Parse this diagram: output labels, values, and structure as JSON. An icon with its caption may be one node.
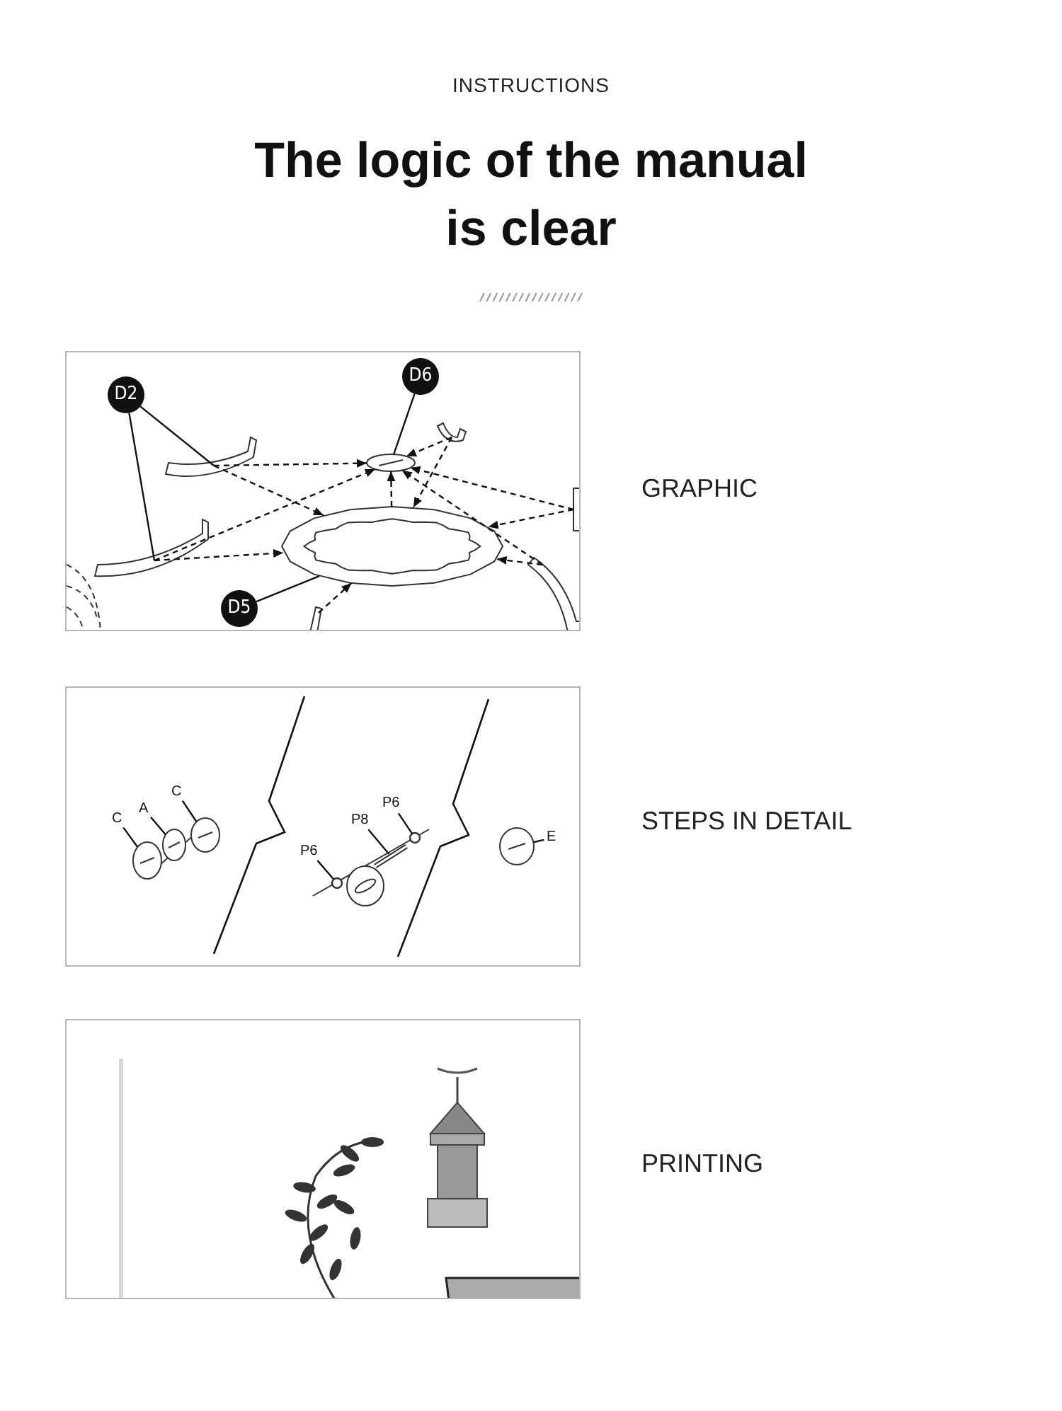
{
  "diagram": {
    "title": "The logic of the manual is clear",
    "nodes": [
      {
        "text": [
          "D2"
        ]
      },
      {
        "text": [],
        "shape": "picture"
      },
      {
        "text": [],
        "shape": "picture"
      },
      {
        "text": [
          "D6"
        ]
      },
      {
        "text": [],
        "shape": "picture"
      },
      {
        "text": [
          "D5"
        ]
      },
      {
        "text": [],
        "shape": "picture"
      },
      {
        "text": [
          "C"
        ]
      },
      {
        "text": [],
        "shape": "picture"
      },
      {
        "text": [
          "A"
        ]
      },
      {
        "text": [],
        "shape": "picture"
      },
      {
        "text": [
          "C"
        ]
      },
      {
        "text": [],
        "shape": "picture"
      },
      {
        "text": [
          "P6"
        ]
      },
      {
        "text": [],
        "shape": "circle"
      },
      {
        "text": [
          "P8"
        ]
      },
      {
        "text": [],
        "shape": "picture"
      },
      {
        "text": [
          "P6"
        ]
      },
      {
        "text": [],
        "shape": "circle"
      },
      {
        "text": [
          "E"
        ]
      },
      {
        "text": [],
        "shape": "picture"
      },
      {
        "text": [],
        "shape": "picture"
      },
      {
        "text": [],
        "shape": "box"
      },
      {
        "text": [],
        "shape": "picture"
      },
      {
        "text": [],
        "shape": "picture"
      }
    ],
    "edges": [
      {
        "from": 0,
        "to": 1,
        "arrow": "none"
      },
      {
        "from": 0,
        "to": 2,
        "arrow": "none"
      },
      {
        "from": 3,
        "to": 4,
        "arrow": "none"
      },
      {
        "from": 5,
        "to": 6,
        "arrow": "none"
      },
      {
        "from": 7,
        "to": 8,
        "arrow": "none"
      },
      {
        "from": 9,
        "to": 10,
        "arrow": "none"
      },
      {
        "from": 11,
        "to": 12,
        "arrow": "none"
      },
      {
        "from": 13,
        "to": 14,
        "arrow": "none"
      },
      {
        "from": 15,
        "to": 16,
        "arrow": "none"
      },
      {
        "from": 17,
        "to": 18,
        "arrow": "none"
      },
      {
        "from": 19,
        "to": 20,
        "arrow": "none"
      },
      {
        "from": 1,
        "to": 4,
        "arrow": "to",
        "style": "dashed"
      },
      {
        "from": 1,
        "to": 6,
        "arrow": "to",
        "style": "dashed"
      },
      {
        "from": 2,
        "to": 4,
        "arrow": "to",
        "style": "dashed"
      },
      {
        "from": 2,
        "to": 6,
        "arrow": "to",
        "style": "dashed"
      },
      {
        "from": 21,
        "to": 4,
        "arrow": "to",
        "style": "dashed"
      },
      {
        "from": 21,
        "to": 6,
        "arrow": "to",
        "style": "dashed"
      },
      {
        "from": 22,
        "to": 4,
        "arrow": "to",
        "style": "dashed"
      },
      {
        "from": 22,
        "to": 6,
        "arrow": "to",
        "style": "dashed"
      },
      {
        "from": 23,
        "to": 4,
        "arrow": "to",
        "style": "dashed"
      },
      {
        "from": 23,
        "to": 6,
        "arrow": "to",
        "style": "dashed"
      },
      {
        "from": 6,
        "to": 4,
        "arrow": "to",
        "style": "dashed"
      },
      {
        "from": 24,
        "to": 6,
        "arrow": "to",
        "style": "dashed"
      }
    ],
    "labels": [
      "INSTRUCTIONS",
      "GRAPHIC",
      "STEPS IN DETAIL",
      "PRINTING"
    ]
  }
}
